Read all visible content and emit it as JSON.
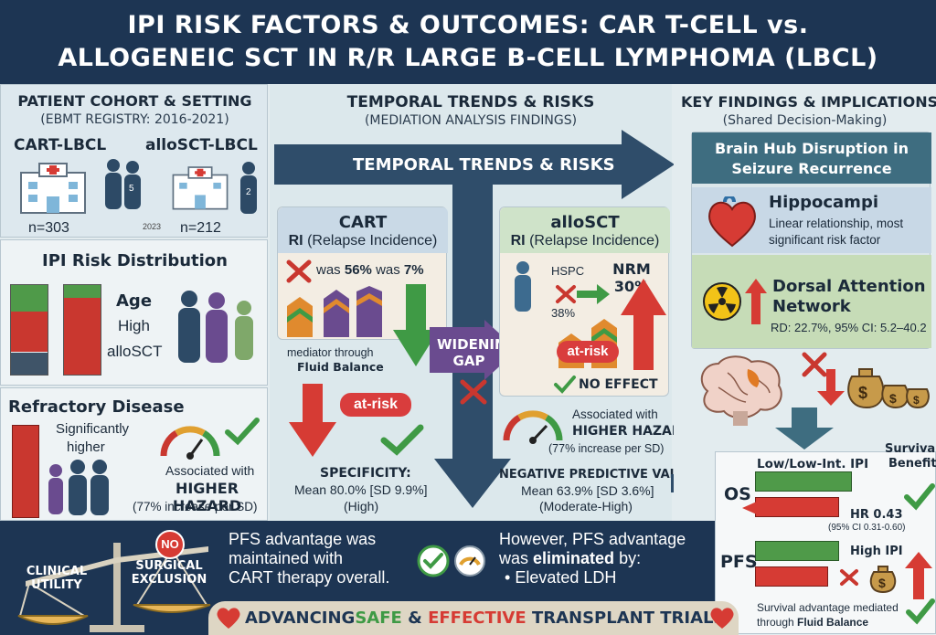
{
  "title": {
    "line1": "IPI RISK FACTORS & OUTCOMES: CAR T-CELL vs.",
    "line2": "ALLOGENEIC SCT IN R/R LARGE B-CELL LYMPHOMA (LBCL)"
  },
  "cohort": {
    "heading": "PATIENT COHORT & SETTING",
    "subheading": "(EBMT REGISTRY: 2016-2021)",
    "cart_label": "CART-LBCL",
    "allo_label": "alloSCT-LBCL",
    "cart_n": "n=303",
    "allo_n": "n=212",
    "year_tag": "2023",
    "badge_5": "5",
    "badge_2": "2"
  },
  "ipi": {
    "heading": "IPI Risk Distribution",
    "labels": [
      "Age",
      "High",
      "alloSCT"
    ]
  },
  "refractory": {
    "heading": "Refractory Disease",
    "text1": "Significantly",
    "text2": "higher",
    "assoc": "Associated with",
    "hazard": "HIGHER HAZARD",
    "increase": "(77% increase per SD)"
  },
  "temporal": {
    "heading": "TEMPORAL TRENDS & RISKS",
    "subheading": "(MEDIATION ANALYSIS FINDINGS)",
    "arrow_label": "TEMPORAL TRENDS & RISKS",
    "widening": "WIDENING GAP"
  },
  "cart": {
    "title": "CART",
    "ri": "RI",
    "ri_full": "(Relapse Incidence)",
    "was1": "was",
    "pct1": "56%",
    "was2": "was",
    "pct2": "7%",
    "mediator": "mediator through",
    "fluid": "Fluid Balance",
    "at_risk": "at-risk",
    "spec_label": "SPECIFICITY:",
    "spec_value": "Mean 80.0% [SD 9.9%]",
    "spec_qual": "(High)"
  },
  "allo": {
    "title": "alloSCT",
    "ri": "RI",
    "ri_full": "(Relapse Incidence)",
    "hspc": "HSPC",
    "nrm": "NRM 30%",
    "pct38": "38%",
    "at_risk": "at-risk",
    "no_effect": "NO EFFECT",
    "assoc": "Associated with",
    "hazard": "HIGHER HAZARD",
    "increase": "(77% increase per SD)",
    "npv_label": "NEGATIVE PREDICTIVE VALUE",
    "npv_value": "Mean 63.9% [SD 3.6%]",
    "npv_qual": "(Moderate-High)"
  },
  "key": {
    "heading": "KEY FINDINGS & IMPLICATIONS",
    "subheading": "(Shared Decision-Making)",
    "brain_hub_1": "Brain Hub Disruption in",
    "brain_hub_2": "Seizure Recurrence",
    "hippo": "Hippocampi",
    "hippo_desc1": "Linear relationship, most",
    "hippo_desc2": "significant risk factor",
    "dan_1": "Dorsal Attention",
    "dan_2": "Network",
    "rd": "RD: 22.7%, 95% CI: 5.2–40.2"
  },
  "survival": {
    "low_ipi": "Low/Low-Int. IPI",
    "benefit_1": "Survival",
    "benefit_2": "Benefit",
    "os": "OS",
    "pfs": "PFS",
    "hr": "HR 0.43",
    "ci": "(95% CI 0.31-0.60)",
    "high_ipi": "High IPI",
    "adv1": "Survival advantage mediated",
    "adv2": "through",
    "adv3": "Fluid Balance"
  },
  "footer": {
    "clinical_1": "CLINICAL",
    "clinical_2": "UTILITY",
    "surgical_1": "SURGICAL",
    "surgical_2": "EXCLUSION",
    "no": "NO",
    "pfs1": "PFS advantage was",
    "pfs2": "maintained with",
    "pfs3": "CART therapy overall.",
    "however1": "However, PFS advantage",
    "however2a": "was",
    "however2b": "eliminated",
    "however2c": "by:",
    "bullet": "Elevated LDH",
    "banner_a": "ADVANCING",
    "banner_b": "SAFE",
    "banner_c": " & ",
    "banner_d": "EFFECTIVE",
    "banner_e": " TRANSPLANT TRIALS"
  },
  "colors": {
    "navy": "#1d3553",
    "green": "#3f9a45",
    "red": "#d63b34",
    "purple": "#6a4b8f",
    "orange": "#e08a2e"
  }
}
